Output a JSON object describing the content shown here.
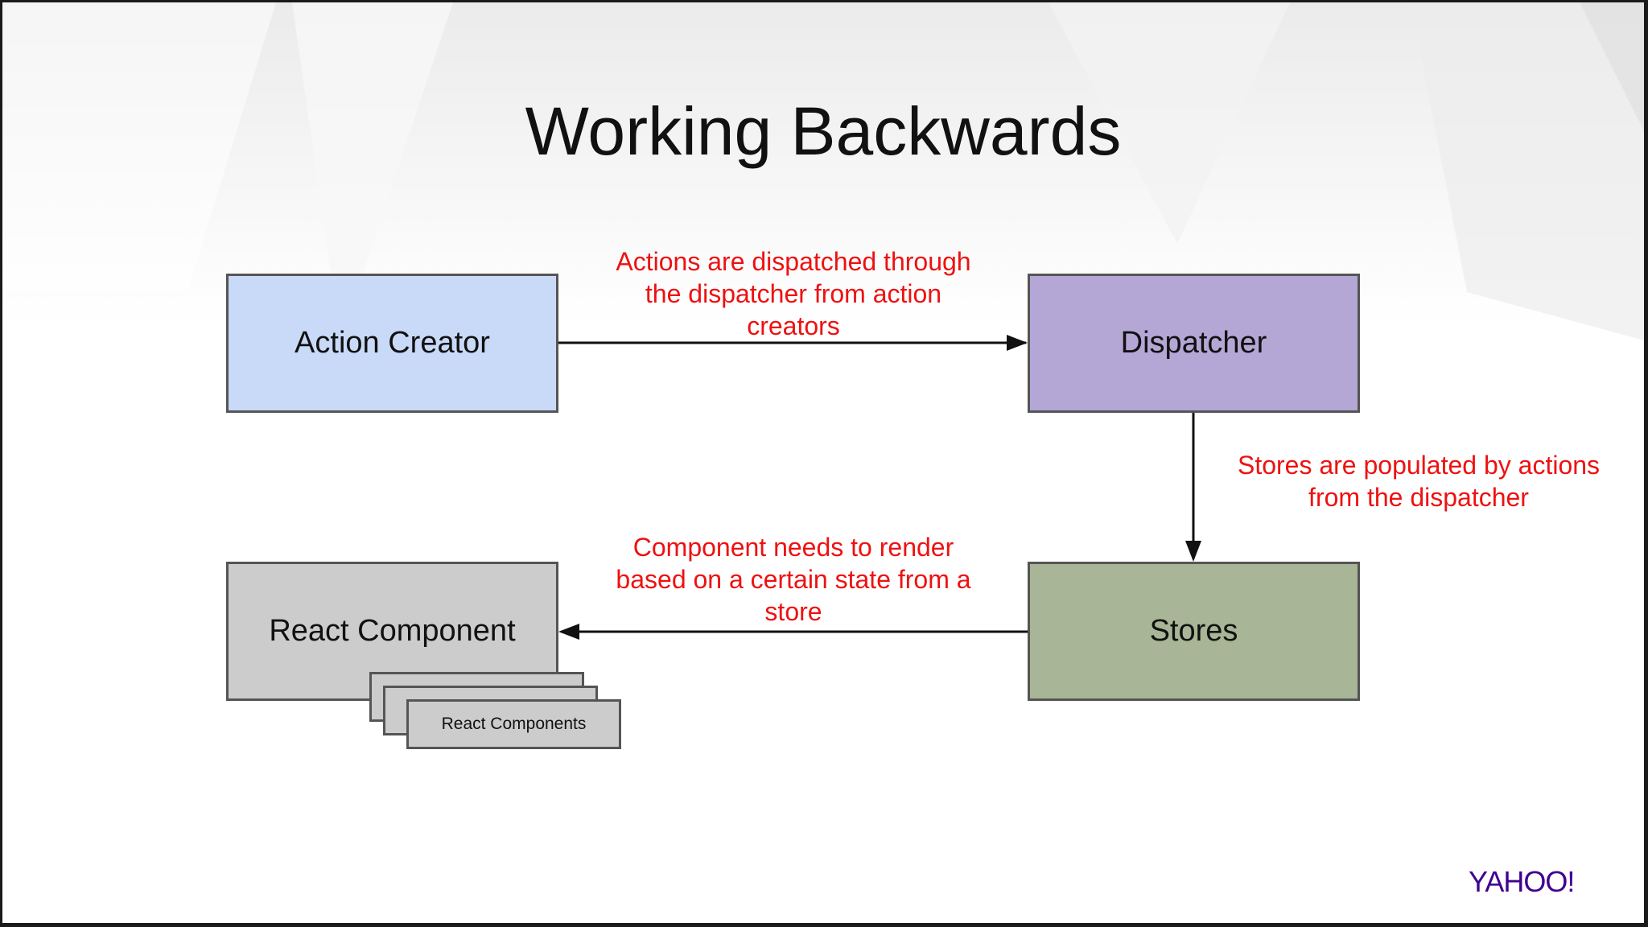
{
  "slide": {
    "title": "Working Backwards",
    "logo": "YAHOO!"
  },
  "boxes": {
    "action_creator": "Action Creator",
    "dispatcher": "Dispatcher",
    "stores": "Stores",
    "react_component": "React Component",
    "react_components": "React Components"
  },
  "notes": {
    "dispatch": "Actions are dispatched through the dispatcher from action creators",
    "populate": "Stores are populated by actions from the dispatcher",
    "render": "Component needs to render based on a certain state from a store"
  },
  "colors": {
    "action_creator": "#c9daf8",
    "dispatcher": "#b4a7d6",
    "stores": "#a8b596",
    "react_component": "#cccccc",
    "note_text": "#ee1111",
    "logo": "#400090"
  }
}
